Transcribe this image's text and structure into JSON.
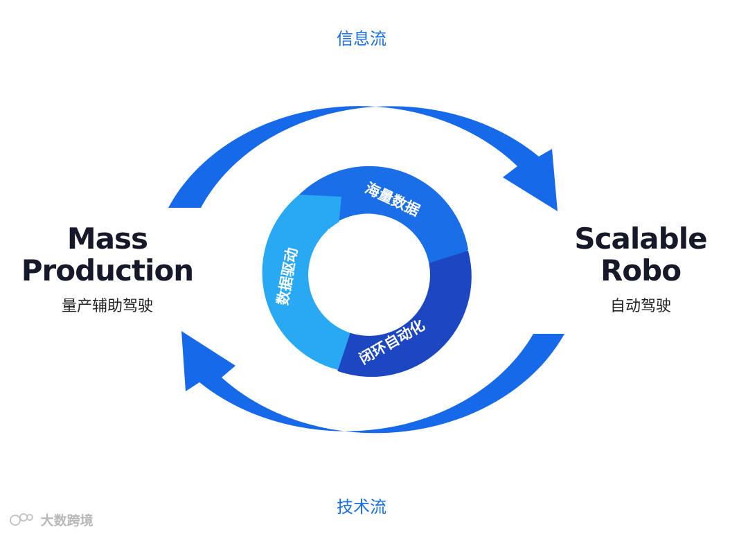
{
  "top_flow": "信息流",
  "bottom_flow": "技术流",
  "left": {
    "title_line1": "Mass",
    "title_line2": "Production",
    "subtitle": "量产辅助驾驶"
  },
  "right": {
    "title_line1": "Scalable",
    "title_line2": "Robo",
    "subtitle": "自动驾驶"
  },
  "inner_cycle": {
    "segment_top": "海量数据",
    "segment_bottom": "闭环自动化",
    "segment_left": "数据驱动"
  },
  "watermark": "大数跨境",
  "colors": {
    "outer_arrow": "#1669e8",
    "inner_top": "#1a6ee8",
    "inner_bottom": "#1d46c2",
    "inner_left": "#29a8f4"
  }
}
